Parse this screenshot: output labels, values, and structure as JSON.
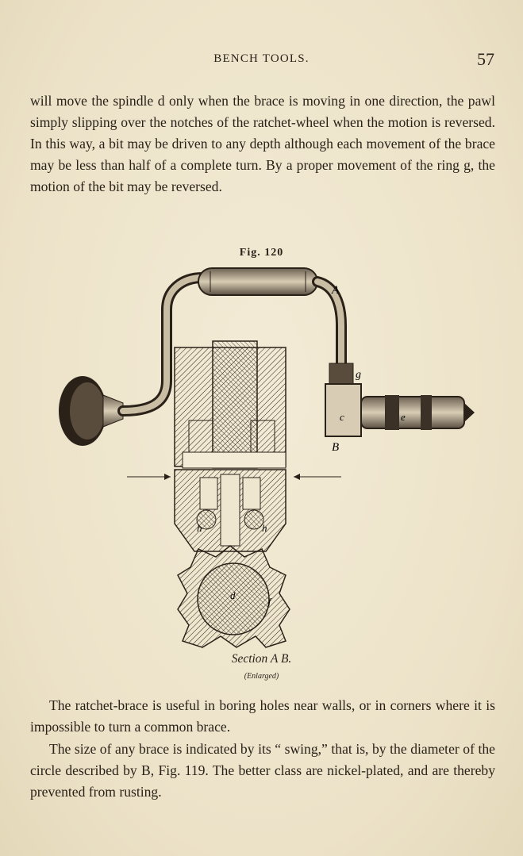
{
  "header": {
    "running_title": "BENCH TOOLS.",
    "page_number": "57"
  },
  "paragraphs": [
    "will move the spindle d only when the brace is moving in one direction, the pawl simply slipping over the notches of the ratchet-wheel when the motion is reversed. In this way, a bit may be driven to any depth although each movement of the brace may be less than half of a complete turn. By a proper movement of the ring g, the motion of the bit may be reversed.",
    "The ratchet-brace is useful in boring holes near walls, or in corners where it is impossible to turn a common brace.",
    "The size of any brace is indicated by its “ swing,” that is, by the diameter of the circle described by B, Fig. 119. The better class are nickel-plated, and are thereby prevented from rusting."
  ],
  "figure": {
    "label": "Fig. 120",
    "caption": "Section A B.",
    "subcaption": "(Enlarged)",
    "letters": {
      "a": "A",
      "b": "B",
      "g": "g",
      "c": "c",
      "e": "e",
      "h_left": "h",
      "h_right": "h",
      "d": "d",
      "f": "f"
    }
  }
}
